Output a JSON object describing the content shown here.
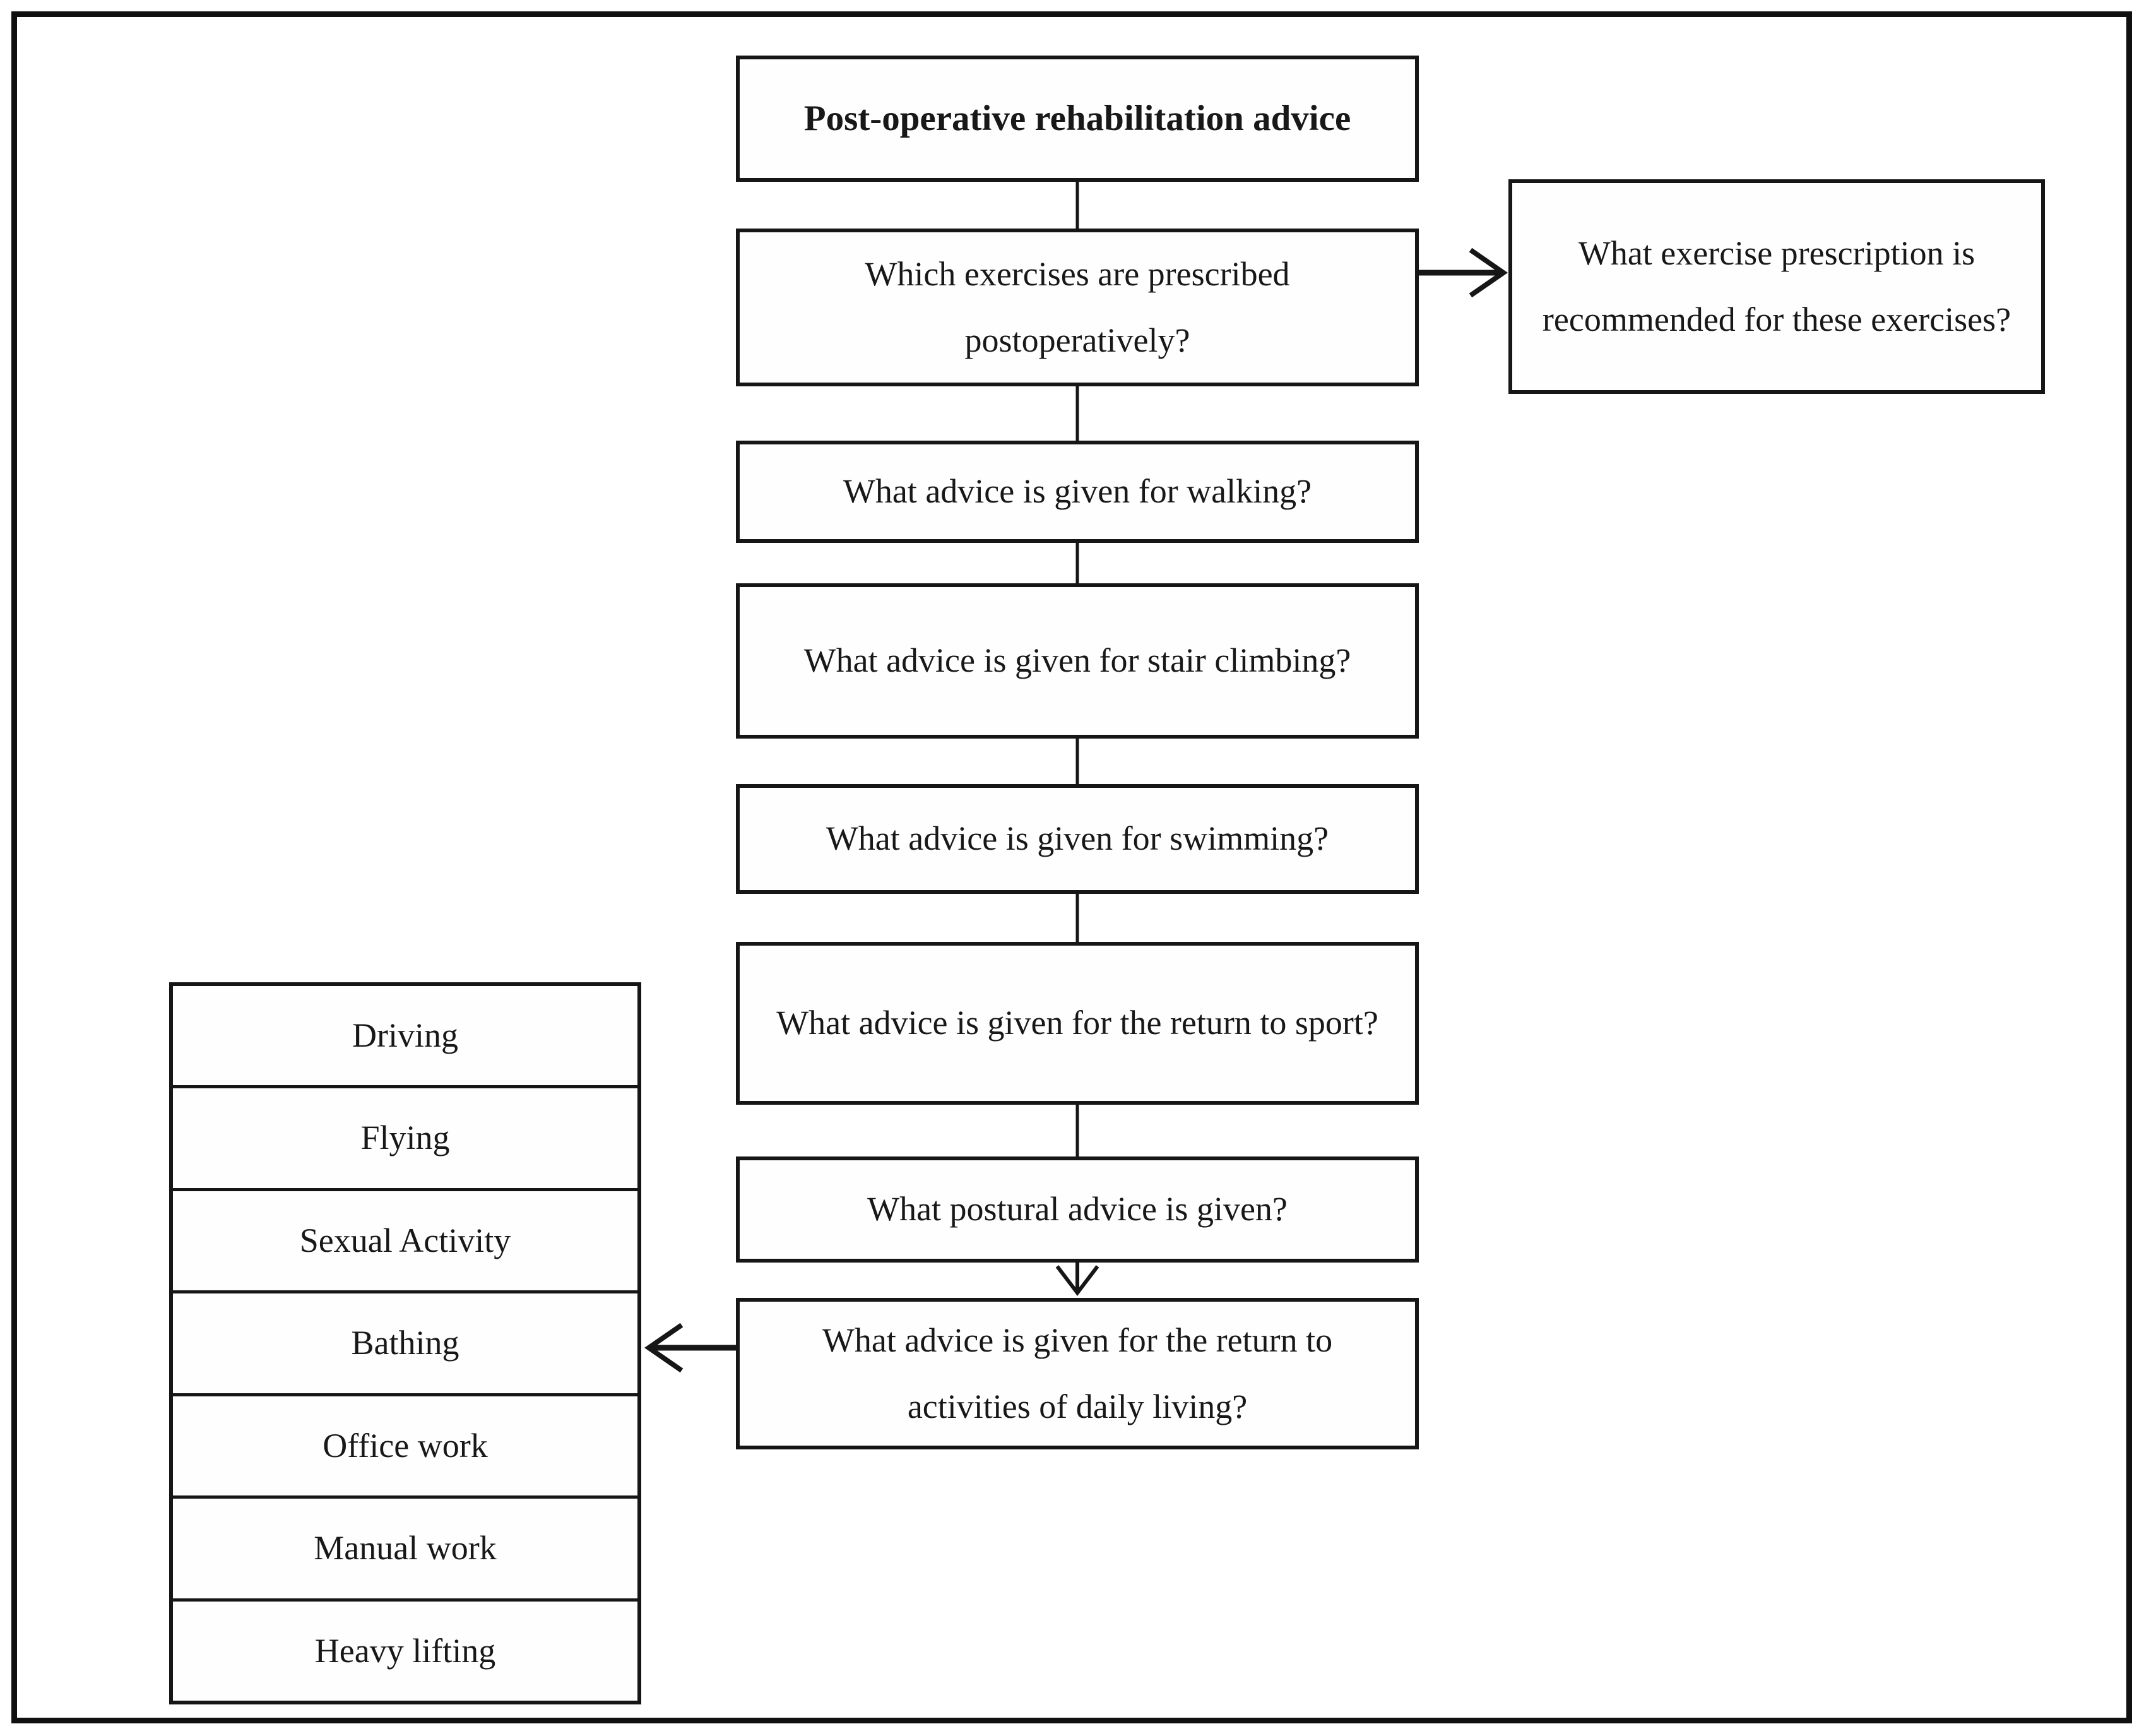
{
  "diagram": {
    "root": {
      "label": "Post-operative rehabilitation advice"
    },
    "steps": [
      {
        "label": "Which exercises are prescribed postoperatively?"
      },
      {
        "label": "What advice is given for walking?"
      },
      {
        "label": "What advice is given for stair climbing?"
      },
      {
        "label": "What advice is given for swimming?"
      },
      {
        "label": "What advice is given for the return to sport?"
      },
      {
        "label": "What postural advice is given?"
      },
      {
        "label": "What advice is given for the return to activities of daily living?"
      }
    ],
    "exercise_prescription": {
      "label": "What exercise prescription is recommended for these exercises?"
    },
    "adl_activities": [
      {
        "label": "Driving"
      },
      {
        "label": "Flying"
      },
      {
        "label": "Sexual Activity"
      },
      {
        "label": "Bathing"
      },
      {
        "label": "Office work"
      },
      {
        "label": "Manual work"
      },
      {
        "label": "Heavy lifting"
      }
    ],
    "colors": {
      "line": "#161616",
      "background": "#ffffff"
    }
  }
}
